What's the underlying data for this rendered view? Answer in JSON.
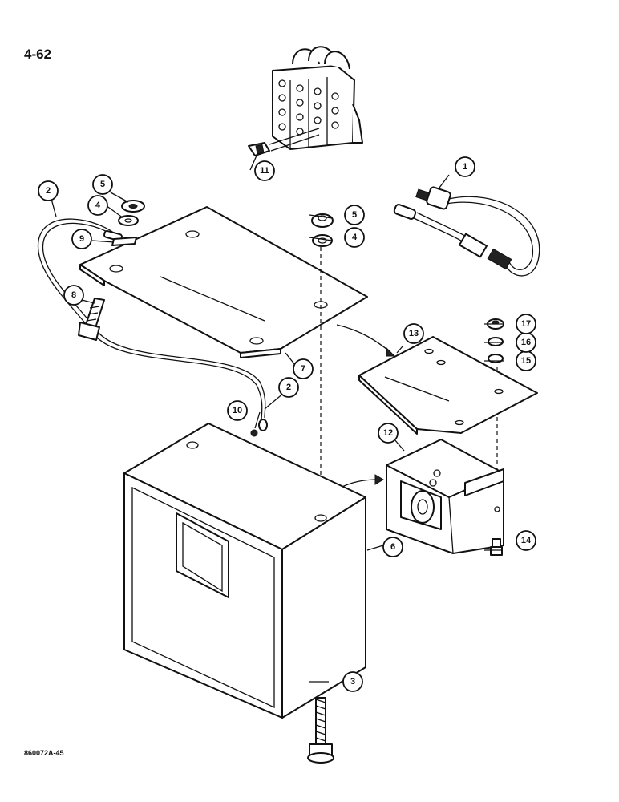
{
  "page_number": "4-62",
  "figure_ref": "860072A-45",
  "callouts": [
    "1",
    "2",
    "2",
    "3",
    "4",
    "4",
    "5",
    "5",
    "6",
    "7",
    "8",
    "9",
    "10",
    "11",
    "12",
    "13",
    "14",
    "15",
    "16",
    "17"
  ]
}
